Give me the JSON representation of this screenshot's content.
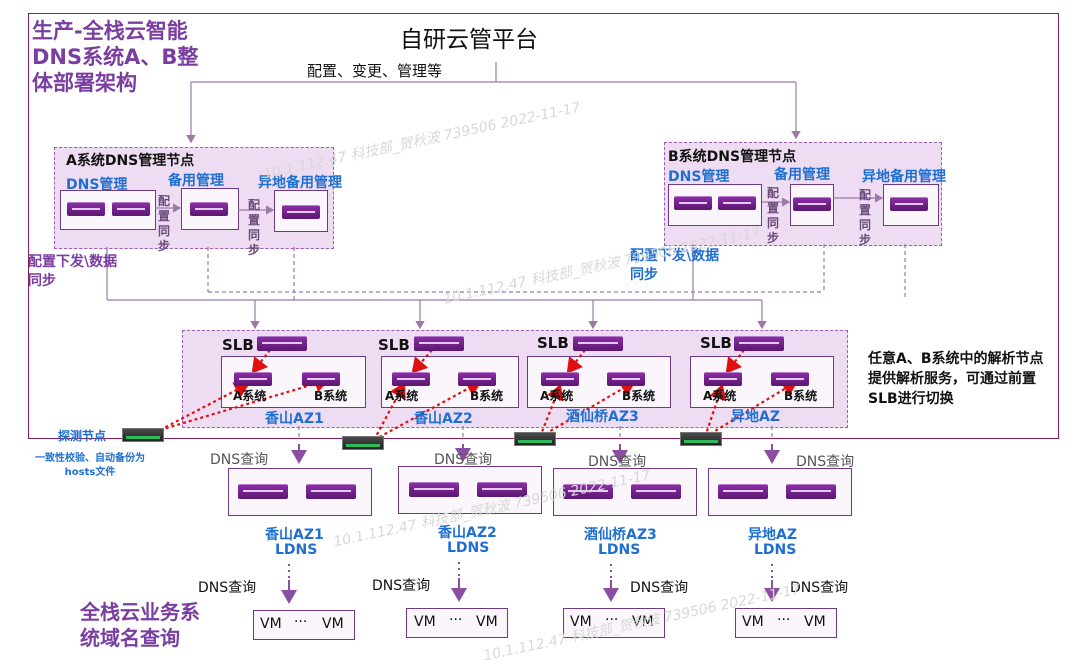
{
  "title": "生产-全栈云智能DNS系统A、B整体部署架构",
  "platform": {
    "name": "自研云管平台",
    "action": "配置、变更、管理等"
  },
  "system_a": {
    "title": "A系统DNS管理节点",
    "dns_mgmt": "DNS管理",
    "backup_mgmt": "备用管理",
    "remote_backup": "异地备用管理",
    "sync": "配置同步",
    "dispatch": "配置下发\\数据同步"
  },
  "system_b": {
    "title": "B系统DNS管理节点",
    "dns_mgmt": "DNS管理",
    "backup_mgmt": "备用管理",
    "remote_backup": "异地备用管理",
    "sync": "配置同步",
    "dispatch": "配置下发\\数据同步"
  },
  "azs": [
    {
      "slb": "SLB",
      "a": "A系统",
      "b": "B系统",
      "name": "香山AZ1",
      "ldns": "香山AZ1",
      "ldns_sub": "LDNS"
    },
    {
      "slb": "SLB",
      "a": "A系统",
      "b": "B系统",
      "name": "香山AZ2",
      "ldns": "香山AZ2",
      "ldns_sub": "LDNS"
    },
    {
      "slb": "SLB",
      "a": "A系统",
      "b": "B系统",
      "name": "酒仙桥AZ3",
      "ldns": "酒仙桥AZ3",
      "ldns_sub": "LDNS"
    },
    {
      "slb": "SLB",
      "a": "A系统",
      "b": "B系统",
      "name": "异地AZ",
      "ldns": "异地AZ",
      "ldns_sub": "LDNS"
    }
  ],
  "note": "任意A、B系统中的解析节点提供解析服务，可通过前置SLB进行切换",
  "probe": {
    "label": "探测节点",
    "desc": "一致性校验、自动备份为hosts文件"
  },
  "dns_query": "DNS查询",
  "vm": {
    "left": "VM",
    "dots": "···",
    "right": "VM"
  },
  "business": "全栈云业务系统域名查询",
  "watermarks": [
    "10.1.112.47 科技部_贺秋波 739506 2022-11-17"
  ],
  "colors": {
    "purple": "#7a3ea0",
    "blue": "#1f6fd1",
    "border": "#8b1e5a",
    "zone": "#eedcf2",
    "red": "#e01010"
  }
}
